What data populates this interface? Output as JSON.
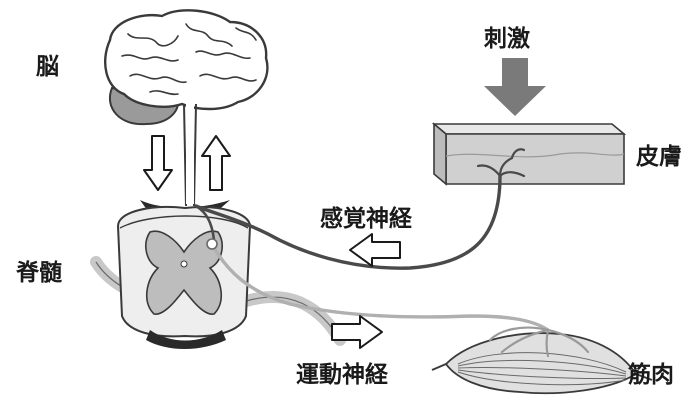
{
  "labels": {
    "brain": "脳",
    "spinal_cord": "脊髄",
    "stimulus": "刺激",
    "skin": "皮膚",
    "sensory_nerve": "感覚神経",
    "motor_nerve": "運動神経",
    "muscle": "筋肉"
  },
  "colors": {
    "outline": "#3a3a3a",
    "brain_fill": "#ffffff",
    "cerebellum_fill": "#9a9a9a",
    "spinal_gray": "#bdbdbd",
    "stimulus_arrow": "#7a7a7a",
    "skin_top": "#e8e8e8",
    "skin_front": "#d0d0d0",
    "sensory_nerve": "#4a4a4a",
    "motor_nerve": "#b0b0b0",
    "muscle_fill": "#e0e0e0"
  },
  "icons": {
    "up_arrow": "hollow-arrow-up",
    "down_arrow": "hollow-arrow-down",
    "sensory_direction": "hollow-arrow-left",
    "motor_direction": "hollow-arrow-right",
    "stimulus_direction": "solid-arrow-down"
  }
}
